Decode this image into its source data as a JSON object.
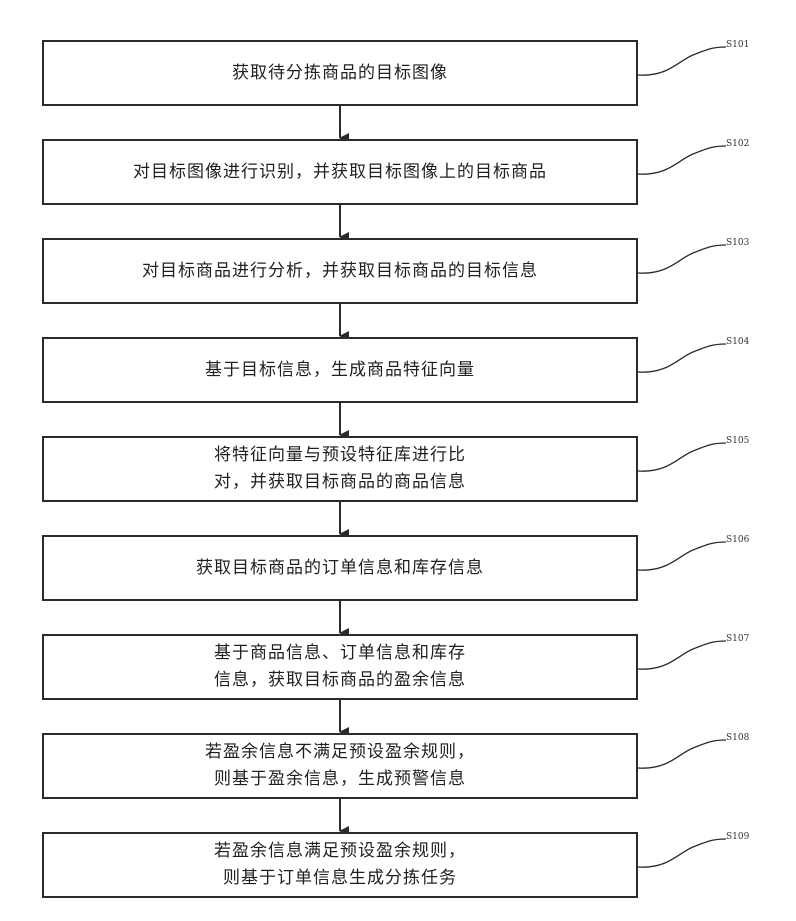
{
  "flow": {
    "arrow_color": "#2b2b2b",
    "steps": [
      {
        "id": "S101",
        "text": "获取待分拣商品的目标图像"
      },
      {
        "id": "S102",
        "text": "对目标图像进行识别，并获取目标图像上的目标商品"
      },
      {
        "id": "S103",
        "text": "对目标商品进行分析，并获取目标商品的目标信息"
      },
      {
        "id": "S104",
        "text": "基于目标信息，生成商品特征向量"
      },
      {
        "id": "S105",
        "text": "将特征向量与预设特征库进行比\n对，并获取目标商品的商品信息"
      },
      {
        "id": "S106",
        "text": "获取目标商品的订单信息和库存信息"
      },
      {
        "id": "S107",
        "text": "基于商品信息、订单信息和库存\n信息，获取目标商品的盈余信息"
      },
      {
        "id": "S108",
        "text": "若盈余信息不满足预设盈余规则，\n则基于盈余信息，生成预警信息"
      },
      {
        "id": "S109",
        "text": "若盈余信息满足预设盈余规则，\n则基于订单信息生成分拣任务"
      }
    ]
  }
}
